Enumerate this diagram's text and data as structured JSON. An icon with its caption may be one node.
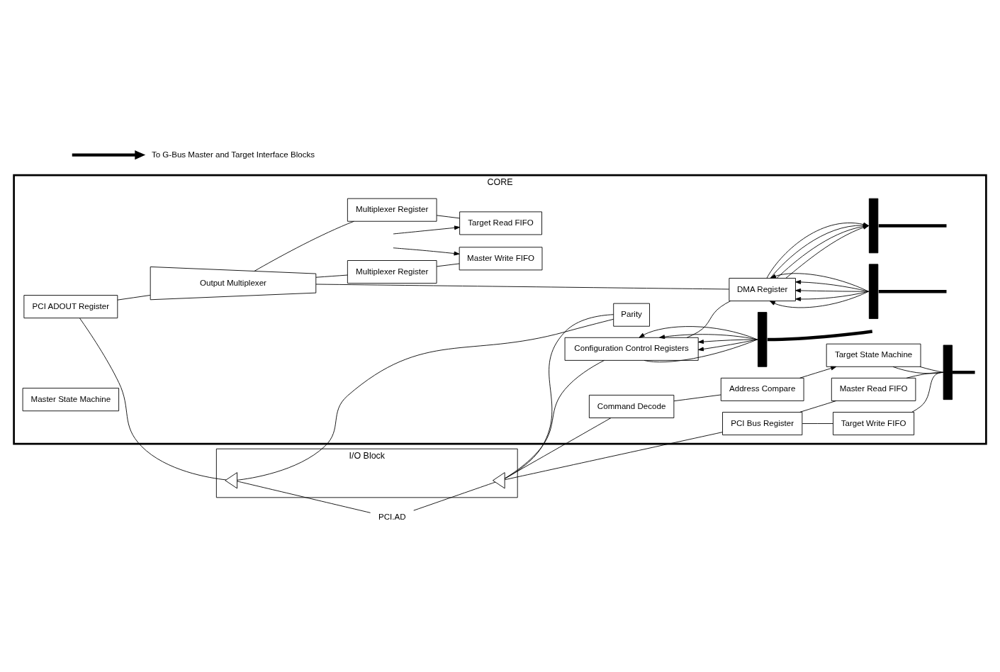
{
  "diagram": {
    "nodes": [
      {
        "text": [
          "I/O Block"
        ]
      },
      {
        "text": [],
        "shape": "triangle",
        "in": 0
      },
      {
        "text": [],
        "shape": "triangle",
        "in": 0
      },
      {
        "text": [
          "CORE"
        ]
      },
      {
        "text": [
          "PCI ADOUT Register"
        ],
        "in": 3
      },
      {
        "text": [
          "Output Multiplexer"
        ],
        "in": 3
      },
      {
        "text": [
          "Multiplexer Register"
        ],
        "in": 3
      },
      {
        "text": [
          "Master Write FIFO"
        ],
        "in": 3
      },
      {
        "text": [
          "Multiplexer Register"
        ],
        "in": 3
      },
      {
        "text": [
          "Target Read FIFO"
        ],
        "in": 3
      },
      {
        "text": [
          "DMA Register"
        ],
        "in": 3
      },
      {
        "text": [
          "Configuration Control Registers"
        ],
        "in": 3
      },
      {
        "text": [
          "PCI Bus Register"
        ],
        "in": 3
      },
      {
        "text": [
          "Master Read FIFO"
        ],
        "in": 3
      },
      {
        "text": [
          "Target Write FIFO"
        ],
        "in": 3
      },
      {
        "text": [
          "Command Decode"
        ],
        "in": 3
      },
      {
        "text": [
          "Address Compare"
        ],
        "in": 3
      },
      {
        "text": [
          "Target State Machine"
        ],
        "in": 3
      },
      {
        "text": [
          "Parity"
        ],
        "in": 3
      },
      {
        "text": [
          "Master State Machine"
        ],
        "in": 3
      },
      {
        "text": [],
        "shape": "bar",
        "in": 3
      },
      {
        "text": [],
        "shape": "bar",
        "in": 3
      },
      {
        "text": [],
        "shape": "bar",
        "in": 3
      },
      {
        "text": [],
        "shape": "bar",
        "in": 3
      },
      {
        "text": [
          "PCI.AD"
        ]
      },
      {
        "text": [
          "To G-Bus Master and Target Interface Blocks"
        ]
      }
    ],
    "edges": [
      {
        "from": 24,
        "to": 2,
        "arrow": "none"
      },
      {
        "from": 1,
        "to": 24,
        "arrow": "none"
      },
      {
        "from": 4,
        "to": 1,
        "arrow": "none"
      },
      {
        "from": 18,
        "to": 1,
        "arrow": "none"
      },
      {
        "from": 2,
        "to": 11,
        "arrow": "none"
      },
      {
        "from": 2,
        "to": 12,
        "arrow": "none"
      },
      {
        "from": 2,
        "to": 15,
        "arrow": "none"
      },
      {
        "from": 2,
        "to": 18,
        "arrow": "none"
      },
      {
        "from": 4,
        "to": 5,
        "arrow": "none"
      },
      {
        "from": 5,
        "to": 6,
        "arrow": "none"
      },
      {
        "from": 5,
        "to": 8,
        "arrow": "none"
      },
      {
        "from": 5,
        "to": 10,
        "arrow": "none"
      },
      {
        "from": 6,
        "to": 7,
        "arrow": "none"
      },
      {
        "from": 8,
        "to": 9,
        "arrow": "none"
      },
      {
        "from": null,
        "to": 7,
        "arrow": "to"
      },
      {
        "from": null,
        "to": 9,
        "arrow": "to"
      },
      {
        "from": 11,
        "to": 10,
        "arrow": "none"
      },
      {
        "from": 20,
        "to": 10,
        "arrow": "to"
      },
      {
        "from": 20,
        "to": 10,
        "arrow": "to"
      },
      {
        "from": 20,
        "to": 10,
        "arrow": "to"
      },
      {
        "from": 20,
        "to": 10,
        "arrow": "to"
      },
      {
        "from": 20,
        "to": 10,
        "arrow": "to"
      },
      {
        "from": 10,
        "to": 21,
        "arrow": "to"
      },
      {
        "from": 10,
        "to": 21,
        "arrow": "to"
      },
      {
        "from": 10,
        "to": 21,
        "arrow": "to"
      },
      {
        "from": 10,
        "to": 21,
        "arrow": "to"
      },
      {
        "from": 11,
        "to": 22,
        "arrow": "none"
      },
      {
        "from": 22,
        "to": 11,
        "arrow": "to"
      },
      {
        "from": 22,
        "to": 11,
        "arrow": "to"
      },
      {
        "from": 22,
        "to": 11,
        "arrow": "to"
      },
      {
        "from": 22,
        "to": 11,
        "arrow": "to"
      },
      {
        "from": 20,
        "to": null,
        "arrow": "none",
        "style": "thick"
      },
      {
        "from": 21,
        "to": null,
        "arrow": "none",
        "style": "thick"
      },
      {
        "from": 22,
        "to": null,
        "arrow": "none",
        "style": "thick"
      },
      {
        "from": 12,
        "to": 13,
        "arrow": "none"
      },
      {
        "from": 12,
        "to": 14,
        "arrow": "none"
      },
      {
        "from": 13,
        "to": 23,
        "arrow": "none"
      },
      {
        "from": 14,
        "to": 23,
        "arrow": "none"
      },
      {
        "from": 17,
        "to": 23,
        "arrow": "none"
      },
      {
        "from": 17,
        "to": 23,
        "arrow": "none"
      },
      {
        "from": 23,
        "to": null,
        "arrow": "none",
        "style": "thick"
      },
      {
        "from": 15,
        "to": 16,
        "arrow": "none"
      },
      {
        "from": 16,
        "to": 17,
        "arrow": "to"
      },
      {
        "from": null,
        "to": 25,
        "arrow": "to",
        "style": "thick"
      }
    ]
  }
}
